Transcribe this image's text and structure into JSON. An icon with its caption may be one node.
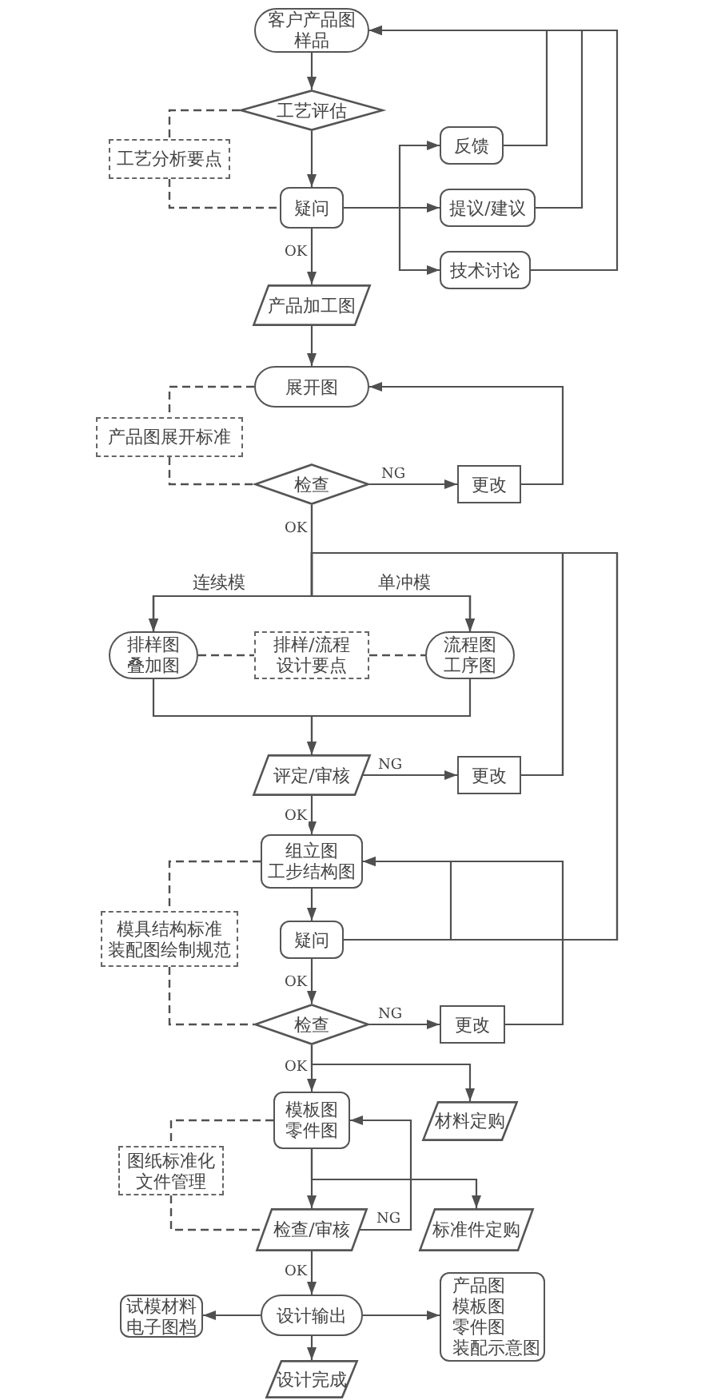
{
  "diagram": {
    "nodes": [
      {
        "text": [
          "客户产品图",
          "样品"
        ]
      },
      {
        "text": [
          "工艺评估"
        ]
      },
      {
        "text": [
          "工艺分析要点"
        ]
      },
      {
        "text": [
          "疑问"
        ]
      },
      {
        "text": [
          "反馈"
        ]
      },
      {
        "text": [
          "提议/建议"
        ]
      },
      {
        "text": [
          "技术讨论"
        ]
      },
      {
        "text": [
          "产品加工图"
        ]
      },
      {
        "text": [
          "展开图"
        ]
      },
      {
        "text": [
          "产品图展开标准"
        ]
      },
      {
        "text": [
          "检查"
        ]
      },
      {
        "text": [
          "更改"
        ]
      },
      {
        "text": [
          "排样图",
          "叠加图"
        ]
      },
      {
        "text": [
          "排样/流程设计要点"
        ]
      },
      {
        "text": [
          "流程图",
          "工序图"
        ]
      },
      {
        "text": [
          "评定/审核"
        ]
      },
      {
        "text": [
          "更改"
        ]
      },
      {
        "text": [
          "组立图",
          "工步结构图"
        ]
      },
      {
        "text": [
          "模具结构标准",
          "装配图绘制规范"
        ]
      },
      {
        "text": [
          "疑问"
        ]
      },
      {
        "text": [
          "检查"
        ]
      },
      {
        "text": [
          "更改"
        ]
      },
      {
        "text": [
          "模板图",
          "零件图"
        ]
      },
      {
        "text": [
          "材料定购"
        ]
      },
      {
        "text": [
          "图纸标准化",
          "文件管理"
        ]
      },
      {
        "text": [
          "检查/审核"
        ]
      },
      {
        "text": [
          "标准件定购"
        ]
      },
      {
        "text": [
          "试模材料",
          "电子图档"
        ]
      },
      {
        "text": [
          "设计输出"
        ]
      },
      {
        "text": [
          "产品图",
          "模板图",
          "零件图",
          "装配示意图"
        ]
      },
      {
        "text": [
          "设计完成"
        ]
      }
    ],
    "edges": [
      {
        "from": 0,
        "to": 1,
        "arrow": "to"
      },
      {
        "from": 1,
        "to": 3,
        "arrow": "to"
      },
      {
        "from": 1,
        "to": 2,
        "arrow": "none",
        "style": "dashed"
      },
      {
        "from": 2,
        "to": 3,
        "arrow": "none",
        "style": "dashed"
      },
      {
        "from": 3,
        "to": 4,
        "arrow": "to"
      },
      {
        "from": 3,
        "to": 5,
        "arrow": "to"
      },
      {
        "from": 3,
        "to": 6,
        "arrow": "to"
      },
      {
        "from": 4,
        "to": 0,
        "arrow": "to"
      },
      {
        "from": 5,
        "to": 0,
        "arrow": "to"
      },
      {
        "from": 6,
        "to": 0,
        "arrow": "to"
      },
      {
        "from": 3,
        "to": 7,
        "arrow": "to",
        "label": "OK"
      },
      {
        "from": 7,
        "to": 8,
        "arrow": "to"
      },
      {
        "from": 8,
        "to": 9,
        "arrow": "none",
        "style": "dashed"
      },
      {
        "from": 9,
        "to": 10,
        "arrow": "none",
        "style": "dashed"
      },
      {
        "from": 10,
        "to": 11,
        "arrow": "to",
        "label": "NG"
      },
      {
        "from": 11,
        "to": 8,
        "arrow": "to"
      },
      {
        "from": 10,
        "to": 12,
        "arrow": "to",
        "label": "连续模"
      },
      {
        "from": 10,
        "to": 14,
        "arrow": "to",
        "label": "单冲模"
      },
      {
        "from": 12,
        "to": 13,
        "arrow": "none",
        "style": "dashed"
      },
      {
        "from": 13,
        "to": 14,
        "arrow": "none",
        "style": "dashed"
      },
      {
        "from": 12,
        "to": 15,
        "arrow": "to"
      },
      {
        "from": 14,
        "to": 15,
        "arrow": "to"
      },
      {
        "from": 15,
        "to": 16,
        "arrow": "to",
        "label": "NG"
      },
      {
        "from": 16,
        "to": 12,
        "arrow": "to"
      },
      {
        "from": 16,
        "to": 14,
        "arrow": "to"
      },
      {
        "from": 15,
        "to": 17,
        "arrow": "to",
        "label": "OK"
      },
      {
        "from": 17,
        "to": 19,
        "arrow": "to"
      },
      {
        "from": 17,
        "to": 18,
        "arrow": "none",
        "style": "dashed"
      },
      {
        "from": 18,
        "to": 20,
        "arrow": "none",
        "style": "dashed"
      },
      {
        "from": 19,
        "to": 20,
        "arrow": "to",
        "label": "OK"
      },
      {
        "from": 19,
        "to": 17,
        "arrow": "to"
      },
      {
        "from": 19,
        "to": 12,
        "arrow": "to"
      },
      {
        "from": 19,
        "to": 14,
        "arrow": "to"
      },
      {
        "from": 20,
        "to": 21,
        "arrow": "to",
        "label": "NG"
      },
      {
        "from": 21,
        "to": 17,
        "arrow": "to"
      },
      {
        "from": 20,
        "to": 22,
        "arrow": "to",
        "label": "OK"
      },
      {
        "from": 20,
        "to": 23,
        "arrow": "to"
      },
      {
        "from": 22,
        "to": 25,
        "arrow": "to"
      },
      {
        "from": 22,
        "to": 26,
        "arrow": "to"
      },
      {
        "from": 25,
        "to": 22,
        "arrow": "to",
        "label": "NG"
      },
      {
        "from": 22,
        "to": 24,
        "arrow": "none",
        "style": "dashed"
      },
      {
        "from": 24,
        "to": 25,
        "arrow": "none",
        "style": "dashed"
      },
      {
        "from": 25,
        "to": 28,
        "arrow": "to",
        "label": "OK"
      },
      {
        "from": 28,
        "to": 27,
        "arrow": "to"
      },
      {
        "from": 28,
        "to": 29,
        "arrow": "to"
      },
      {
        "from": 28,
        "to": 30,
        "arrow": "to"
      }
    ],
    "labels": [
      "OK"
    ]
  }
}
